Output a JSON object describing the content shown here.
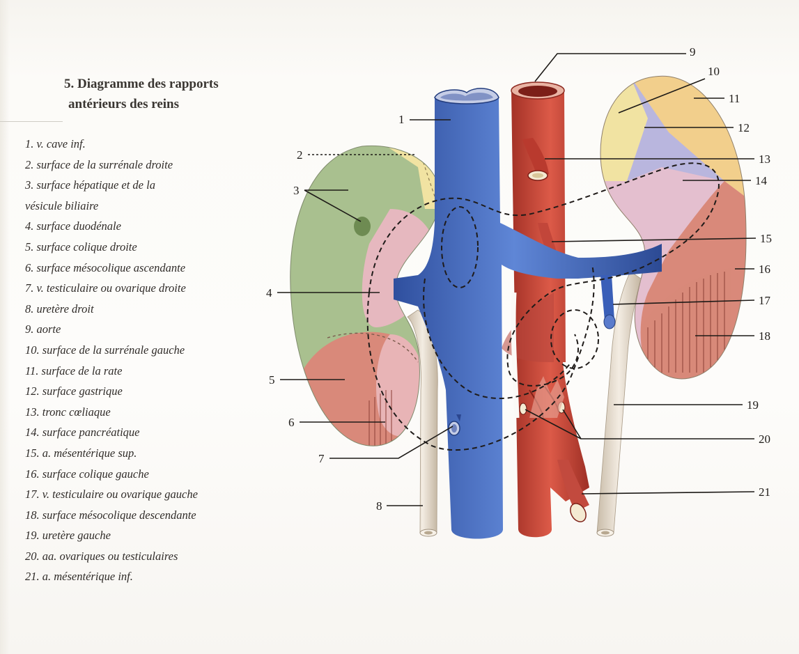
{
  "title": {
    "line1": "5. Diagramme des rapports",
    "line2": "antérieurs des reins"
  },
  "legend": [
    "1. v. cave inf.",
    "2. surface de la surrénale droite",
    "3. surface hépatique et de la",
    "vésicule biliaire",
    "4. surface duodénale",
    "5. surface colique droite",
    "6. surface mésocolique ascendante",
    "7. v. testiculaire ou ovarique droite",
    "8. uretère droit",
    "9. aorte",
    "10. surface de la surrénale gauche",
    "11. surface de la rate",
    "12. surface gastrique",
    "13. tronc cœliaque",
    "14. surface pancréatique",
    "15. a. mésentérique sup.",
    "16. surface colique gauche",
    "17. v. testiculaire ou ovarique gauche",
    "18. surface mésocolique descendante",
    "19. uretère gauche",
    "20. aa. ovariques ou testiculaires",
    "21. a. mésentérique inf."
  ],
  "callouts": [
    "1",
    "2",
    "3",
    "4",
    "5",
    "6",
    "7",
    "8",
    "9",
    "10",
    "11",
    "12",
    "13",
    "14",
    "15",
    "16",
    "17",
    "18",
    "19",
    "20",
    "21"
  ],
  "colors": {
    "vein": "#4a6fc4",
    "artery": "#c94a3d",
    "ureter": "#e7ddd0",
    "liver_surface": "#a9c08f",
    "adrenal_surface": "#f1e3a2",
    "colic_surface": "#d9897a",
    "duodenal_surface": "#e6b8bf",
    "spleen_surface": "#f2cf8c",
    "gastric_surface": "#b9b6de",
    "pancreatic_surface": "#e4bfcf"
  }
}
